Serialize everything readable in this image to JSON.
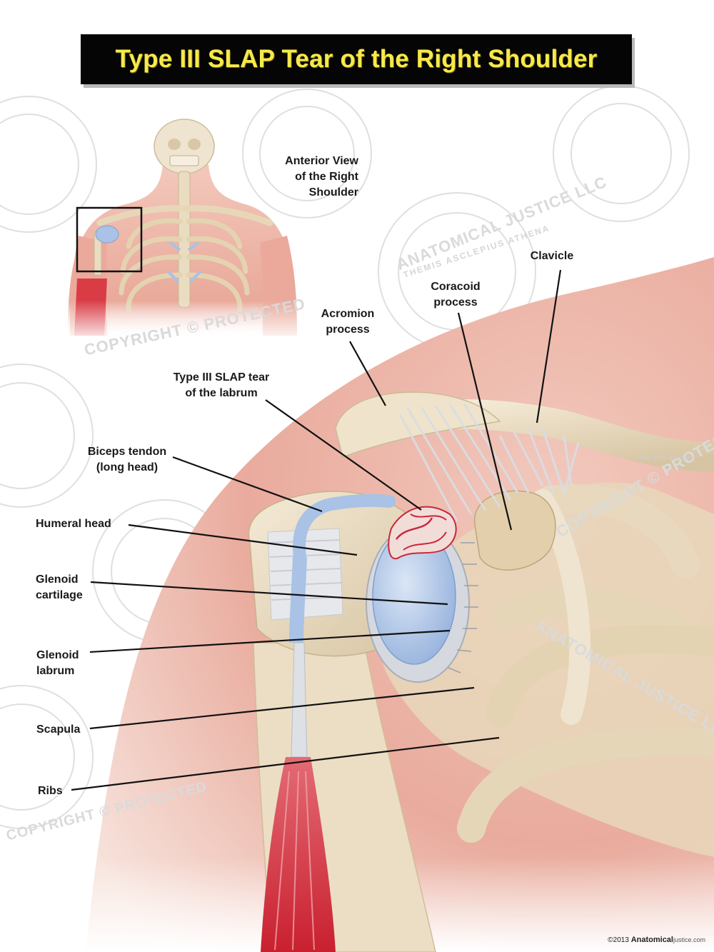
{
  "title": "Type III SLAP Tear of the Right Shoulder",
  "inset_caption": "Anterior View\nof the Right\nShoulder",
  "labels": {
    "clavicle": "Clavicle",
    "coracoid": "Coracoid\nprocess",
    "acromion": "Acromion\nprocess",
    "slap_tear": "Type III SLAP tear\nof the labrum",
    "biceps": "Biceps tendon\n(long head)",
    "humeral_head": "Humeral head",
    "glenoid_cartilage": "Glenoid\ncartilage",
    "glenoid_labrum": "Glenoid\nlabrum",
    "scapula": "Scapula",
    "ribs": "Ribs"
  },
  "watermark": {
    "copyright_protected": "COPYRIGHT © PROTECTED",
    "company": "ANATOMICAL JUSTICE LLC",
    "seal_inner": "THEMIS ASCLEPIUS ATHENA",
    "motto": "res ipsa loquitur"
  },
  "copyright": {
    "prefix": "©2013",
    "brand": "Anatomical",
    "suffix": "justice.com"
  },
  "colors": {
    "title_bg": "#050505",
    "title_text": "#f6e94a",
    "skin": "#eab3a6",
    "bone": "#ebdcc0",
    "cartilage": "#a9c2e6",
    "muscle": "#d8303d",
    "tear": "#c8283a"
  }
}
